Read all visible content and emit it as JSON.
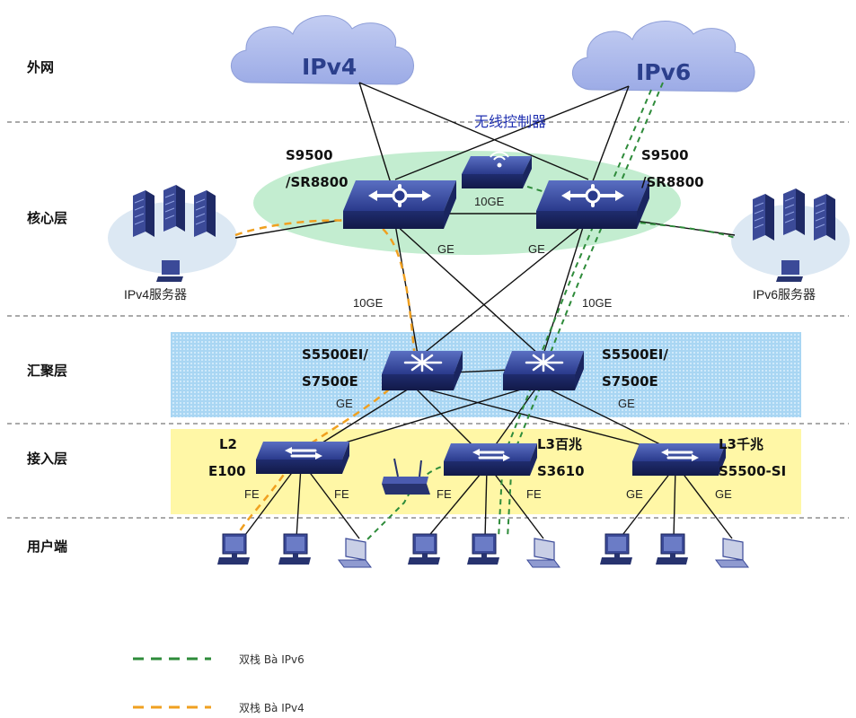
{
  "layers": {
    "external": "外网",
    "core": "核心层",
    "aggregation": "汇聚层",
    "access": "接入层",
    "user": "用户端"
  },
  "clouds": {
    "ipv4": "IPv4",
    "ipv6": "IPv6"
  },
  "wireless_controller": "无线控制器",
  "core_left": {
    "line1": "S9500",
    "line2": "/SR8800"
  },
  "core_right": {
    "line1": "S9500",
    "line2": "/SR8800"
  },
  "agg_left": {
    "line1": "S5500EI/",
    "line2": "S7500E"
  },
  "agg_right": {
    "line1": "S5500EI/",
    "line2": "S7500E"
  },
  "access_left": {
    "line1": "L2",
    "line2": "E100"
  },
  "access_mid": {
    "line1": "L3百兆",
    "line2": "S3610"
  },
  "access_right": {
    "line1": "L3千兆",
    "line2": "S5500-SI"
  },
  "servers": {
    "left": "IPv4服务器",
    "right": "IPv6服务器"
  },
  "link_labels": {
    "core_interlink": "10GE",
    "core_left_ge": "GE",
    "core_right_ge": "GE",
    "left_10ge": "10GE",
    "right_10ge": "10GE",
    "agg_ge_left": "GE",
    "agg_ge_right": "GE",
    "fe1": "FE",
    "fe2": "FE",
    "fe3": "FE",
    "fe4": "FE",
    "ge1": "GE",
    "ge2": "GE"
  },
  "legend": [
    {
      "label": "双栈 Bà IPv6",
      "color": "#2e8b3a"
    },
    {
      "label": "双栈 Bà IPv4",
      "color": "#f0a020"
    }
  ]
}
